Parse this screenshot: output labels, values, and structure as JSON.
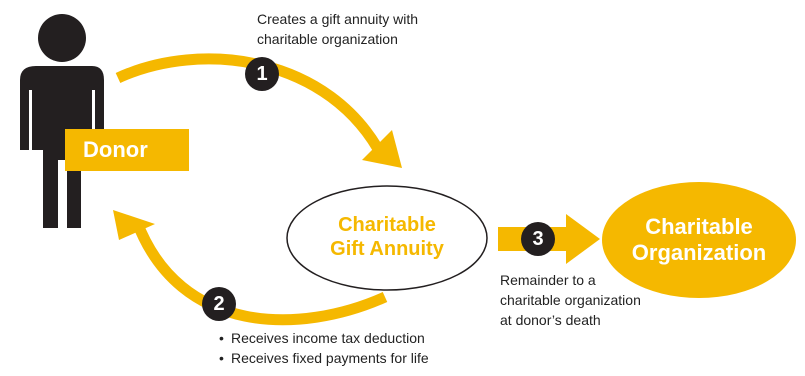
{
  "steps": {
    "step1": {
      "number": "1",
      "label": "Creates a gift annuity with\ncharitable organization"
    },
    "step2": {
      "number": "2",
      "bullets": [
        "Receives income tax deduction",
        "Receives fixed payments for life"
      ]
    },
    "step3": {
      "number": "3",
      "label": "Remainder to a\ncharitable organization\nat donor’s death"
    }
  },
  "nodes": {
    "donor": "Donor",
    "annuity": "Charitable\nGift Annuity",
    "organization": "Charitable\nOrganization"
  },
  "colors": {
    "accent": "#f5b800",
    "figure": "#231f20",
    "text": "#222222"
  },
  "icons": {
    "person": "person-silhouette-icon",
    "arrow": "arrow-icon"
  }
}
